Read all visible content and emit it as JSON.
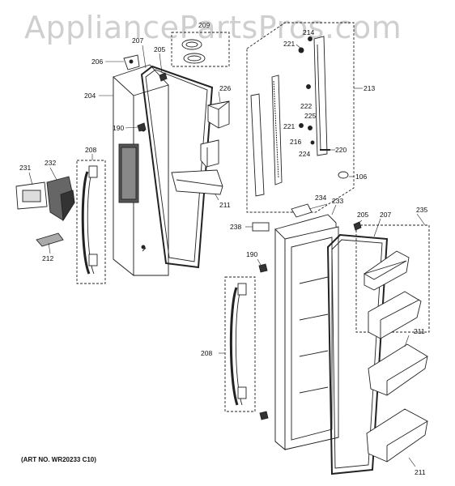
{
  "watermark": "AppliancePartsPros.com",
  "art_number": "(ART NO. WR20233 C10)",
  "callouts": {
    "c204": "204",
    "c205a": "205",
    "c206": "206",
    "c207a": "207",
    "c208a": "208",
    "c209": "209",
    "c190a": "190",
    "c211a": "211",
    "c212": "212",
    "c213": "213",
    "c214": "214",
    "c216": "216",
    "c220": "220",
    "c221a": "221",
    "c221b": "221",
    "c222": "222",
    "c224": "224",
    "c225": "225",
    "c226": "226",
    "c231": "231",
    "c232": "232",
    "c233": "233",
    "c234": "234",
    "c235": "235",
    "c238": "238",
    "c106": "106",
    "c190b": "190",
    "c205b": "205",
    "c207b": "207",
    "c208b": "208",
    "c211b": "211",
    "c211c": "211"
  }
}
